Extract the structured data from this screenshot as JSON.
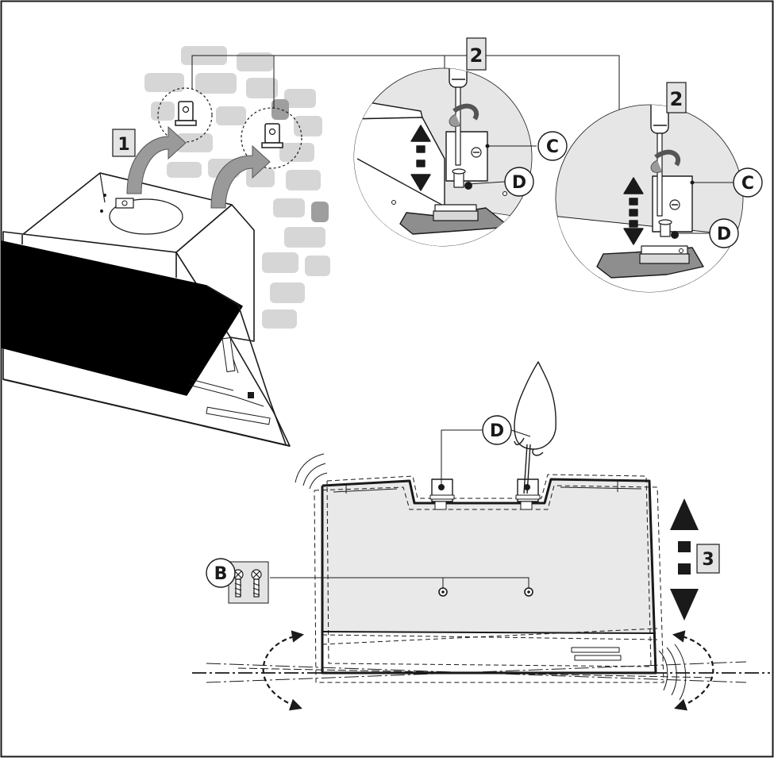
{
  "steps": {
    "step1": "1",
    "step2_left": "2",
    "step2_right": "2",
    "step3": "3"
  },
  "callouts": {
    "c_left": "C",
    "c_right": "C",
    "d_left": "D",
    "d_right": "D",
    "d_bottom": "D",
    "b_screws": "B"
  },
  "colors": {
    "line": "#1a1a1a",
    "brick": "#d6d6d6",
    "brick_dark": "#c4c4c4",
    "detail_bg": "#e6e6e6",
    "hood_panel": "#000000",
    "cabinet_fill": "#e9e9e9",
    "label_box": "#e4e4e4"
  },
  "icons": {
    "rotate_arrow": "curved-arrow-icon",
    "screwdriver": "screwdriver-icon",
    "hand": "hand-icon",
    "adjust_arrows": "up-down-arrow-icon"
  }
}
